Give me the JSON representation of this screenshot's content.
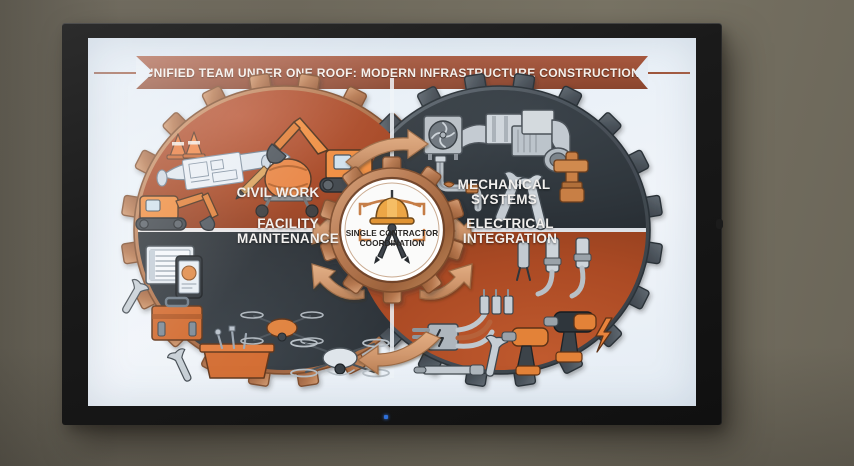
{
  "scene": {
    "description": "Wall-mounted flat-screen display showing an infographic",
    "wall_color": "#6f6a5d",
    "tv_frame_color": "#1a1a1a",
    "screen_background": "#e9f0f7",
    "led_color": "#2e6fd8"
  },
  "banner": {
    "title": "UNIFIED TEAM UNDER ONE ROOF: MODERN INFRASTRUCTURE CONSTRUCTION",
    "ribbon_color": "#9a4e35",
    "text_color": "#f6f1ec"
  },
  "hub": {
    "label": "SINGLE CONTRACTOR\nCOORDINATION",
    "icon": "hard-hat-and-drafting-compass-icon",
    "ring_color": "#b5754c",
    "face_color": "#ffffff"
  },
  "quadrants": [
    {
      "id": "civil-work",
      "label": "CIVIL WORK",
      "position": "top-left",
      "background": "#a8442a",
      "accent": "#c26b3f",
      "icons": [
        "excavator-icon",
        "traffic-cone-icon",
        "blueprint-icon",
        "pencil-icon",
        "cement-mixer-icon",
        "backhoe-icon"
      ]
    },
    {
      "id": "mechanical-systems",
      "label": "MECHANICAL\nSYSTEMS",
      "position": "top-right",
      "background": "#333a40",
      "accent": "#4d565e",
      "icons": [
        "hvac-fan-icon",
        "duct-icon",
        "pipe-elbow-icon",
        "copper-pipe-icon",
        "wrench-icon"
      ]
    },
    {
      "id": "facility-maintenance",
      "label": "FACILITY\nMAINTENANCE",
      "position": "bottom-left",
      "background": "#2f363c",
      "accent": "#49525a",
      "icons": [
        "tablet-icon",
        "smartphone-icon",
        "wrench-icon",
        "toolbox-icon",
        "drone-icon",
        "open-toolbox-icon"
      ]
    },
    {
      "id": "electrical-integration",
      "label": "ELECTRICAL\nINTEGRATION",
      "position": "bottom-right",
      "background": "#b04a28",
      "accent": "#c9663c",
      "icons": [
        "conduit-icon",
        "cable-connector-icon",
        "junction-box-icon",
        "impact-driver-icon",
        "cordless-drill-icon",
        "lightning-bolt-icon",
        "wrench-icon"
      ]
    }
  ],
  "gears": {
    "left_color": "#b5764d",
    "right_color": "#4a5159",
    "tooth_count": 20
  },
  "arrows": {
    "color": "#d79a6d",
    "stroke": "#8a5a38",
    "count": 5,
    "directions": [
      "civil-to-mechanical",
      "center-to-civil",
      "center-to-mechanical",
      "center-to-facility",
      "center-to-electrical",
      "electrical-to-facility"
    ]
  }
}
